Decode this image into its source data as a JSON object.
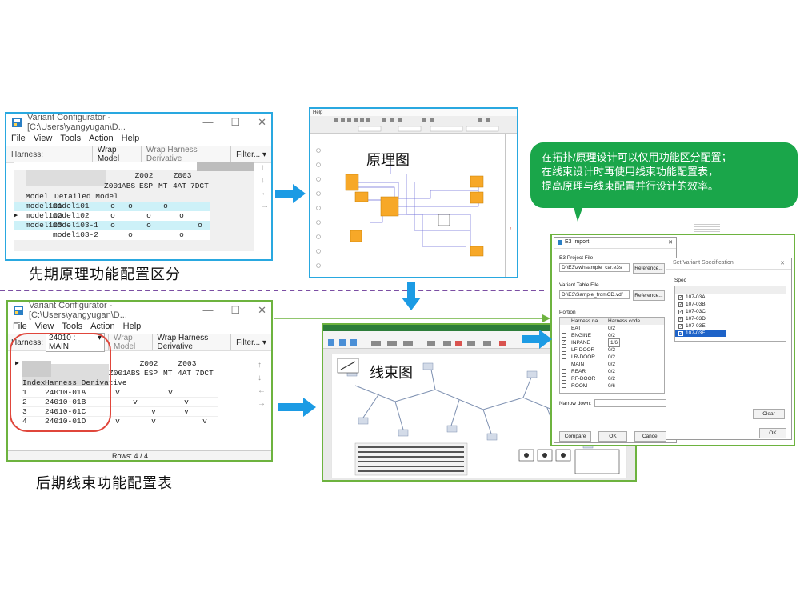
{
  "win1": {
    "title": "Variant Configurator - [C:\\Users\\yangyugan\\D...",
    "menu": [
      "File",
      "View",
      "Tools",
      "Action",
      "Help"
    ],
    "harness_label": "Harness:",
    "tab_wrap_model": "Wrap Model",
    "tab_wrap_harness": "Wrap Harness Derivative",
    "filter": "Filter...",
    "col_groups": [
      "Z002",
      "Z003"
    ],
    "cols": [
      "Z001",
      "ABS",
      "ESP",
      "MT",
      "4AT",
      "7DCT"
    ],
    "hdr_model": "Model",
    "hdr_detailed": "Detailed Model",
    "rows": [
      {
        "model": "model101",
        "detail": "model101",
        "marks": [
          "o",
          "o",
          "",
          "o",
          "",
          ""
        ]
      },
      {
        "model": "model102",
        "detail": "model102",
        "marks": [
          "o",
          "",
          "o",
          "",
          "o",
          ""
        ]
      },
      {
        "model": "model103",
        "detail": "model103-1",
        "marks": [
          "o",
          "",
          "o",
          "",
          "",
          "o"
        ]
      },
      {
        "model": "",
        "detail": "model103-2",
        "marks": [
          "",
          "o",
          "",
          "",
          "o",
          ""
        ]
      }
    ]
  },
  "caption1": "先期原理功能配置区分",
  "win2": {
    "title": "Variant Configurator - [C:\\Users\\yangyugan\\D...",
    "menu": [
      "File",
      "View",
      "Tools",
      "Action",
      "Help"
    ],
    "harness_label": "Harness:",
    "harness_value": "24010 : MAIN",
    "tab_wrap_model": "Wrap Model",
    "tab_wrap_harness": "Wrap Harness Derivative",
    "filter": "Filter...",
    "col_groups": [
      "Z002",
      "Z003"
    ],
    "cols": [
      "Z001",
      "ABS",
      "ESP",
      "MT",
      "4AT",
      "7DCT"
    ],
    "hdr_index": "Index",
    "hdr_harness": "Harness Derivative",
    "rows": [
      {
        "index": "1",
        "name": "24010-01A",
        "marks": [
          "v",
          "",
          "",
          "v",
          "",
          ""
        ]
      },
      {
        "index": "2",
        "name": "24010-01B",
        "marks": [
          "",
          "v",
          "",
          "",
          "v",
          ""
        ]
      },
      {
        "index": "3",
        "name": "24010-01C",
        "marks": [
          "",
          "",
          "v",
          "",
          "v",
          ""
        ]
      },
      {
        "index": "4",
        "name": "24010-01D",
        "marks": [
          "v",
          "",
          "v",
          "",
          "",
          "v"
        ]
      }
    ],
    "status": "Rows: 4 / 4"
  },
  "caption2": "后期线束功能配置表",
  "schematic_label": "原理图",
  "harness_label": "线束图",
  "schematic_menu": "Help",
  "callout": {
    "line1": "在拓扑/原理设计可以仅用功能区分配置；",
    "line2": "在线束设计时再使用线束功能配置表，",
    "line3": "提高原理与线束配置并行设计的效率。"
  },
  "e3import": {
    "title": "E3 Import",
    "project_file_label": "E3 Project File",
    "project_file": "D:\\E3\\zwhsample_car.e3s",
    "variant_table_label": "Variant Table File",
    "variant_table": "D:\\E3\\Sample_fromCD.vdf",
    "reference": "Reference...",
    "portion_label": "Portion",
    "col_name": "Harness na...",
    "col_code": "Harness code",
    "portions": [
      {
        "name": "BAT",
        "code": "0/2",
        "checked": false
      },
      {
        "name": "ENGINE",
        "code": "0/2",
        "checked": false
      },
      {
        "name": "INPANE",
        "code": "1/6",
        "checked": true
      },
      {
        "name": "LF-DOOR",
        "code": "0/2",
        "checked": false
      },
      {
        "name": "LR-DOOR",
        "code": "0/2",
        "checked": false
      },
      {
        "name": "MAIN",
        "code": "0/2",
        "checked": false
      },
      {
        "name": "REAR",
        "code": "0/2",
        "checked": false
      },
      {
        "name": "RF-DOOR",
        "code": "0/2",
        "checked": false
      },
      {
        "name": "ROOM",
        "code": "0/6",
        "checked": false
      }
    ],
    "narrow_down": "Narrow down:",
    "compare": "Compare",
    "ok": "OK",
    "cancel": "Cancel"
  },
  "spec_dialog": {
    "title": "Set Variant Specification",
    "spec_label": "Spec",
    "items": [
      "107-03A",
      "107-03B",
      "107-03C",
      "107-03D",
      "107-03E",
      "107-03F"
    ],
    "clear": "Clear",
    "ok": "OK"
  },
  "colors": {
    "blue_frame": "#29a8e0",
    "green_frame": "#6db33f",
    "callout_green": "#1aa64a",
    "arrow_blue": "#1c9be4",
    "dash_purple": "#7b4ea3"
  }
}
